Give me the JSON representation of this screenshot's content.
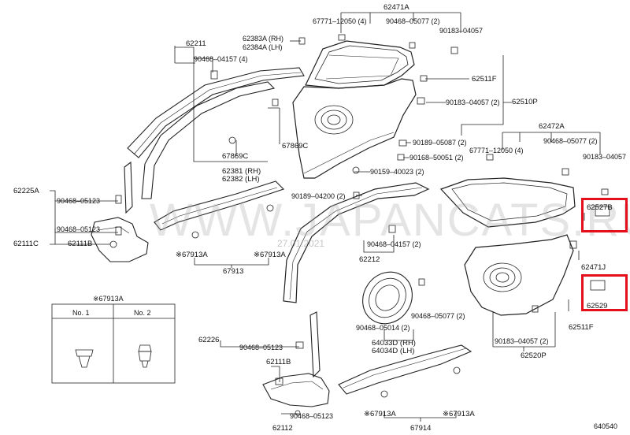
{
  "watermark": "WWW.JAPANCATS.RU",
  "watermark_date": "27.01.2021",
  "diagram_code": "640540",
  "legend": {
    "title": "※67913A",
    "col1": "No. 1",
    "col2": "No. 2"
  },
  "labels": {
    "l_62471A": "62471A",
    "l_67771_04": "67771–12050 (4)",
    "l_90468_05077_2a": "90468–05077 (2)",
    "l_90183_04057a": "90183–04057",
    "l_62383A": "62383A (RH)",
    "l_62384A": "62384A (LH)",
    "l_62211": "62211",
    "l_90468_04157_4": "90468–04157 (4)",
    "l_62511F_a": "62511F",
    "l_90183_04057_2a": "90183–04057 (2)",
    "l_62510P": "62510P",
    "l_67869C_a": "67869C",
    "l_67869C_b": "67869C",
    "l_62381": "62381 (RH)",
    "l_62382": "62382 (LH)",
    "l_90189_05087": "90189–05087 (2)",
    "l_90168_50051": "90168–50051 (2)",
    "l_62472A": "62472A",
    "l_67771_02": "67771–12050 (4)",
    "l_90468_05077_2b": "90468–05077 (2)",
    "l_90183_04057b": "90183–04057",
    "l_62225A": "62225A",
    "l_90468_05123a": "90468–05123",
    "l_90159_40023": "90159–40023 (2)",
    "l_90189_04200": "90189–04200 (2)",
    "l_90468_05123b": "90468–05123",
    "l_62111C": "62111C",
    "l_62111B_a": "62111B",
    "l_67913A_a": "※67913A",
    "l_67913A_b": "※67913A",
    "l_67913": "67913",
    "l_90468_04157_2": "90468–04157 (2)",
    "l_62212": "62212",
    "l_62527B": "62527B",
    "l_62471J": "62471J",
    "l_62529": "62529",
    "l_62511F_b": "62511F",
    "l_90468_05077_2c": "90468–05077 (2)",
    "l_90468_05014": "90468–05014 (2)",
    "l_64033D": "64033D (RH)",
    "l_64034D": "64034D (LH)",
    "l_90183_04057_2b": "90183–04057 (2)",
    "l_62520P": "62520P",
    "l_62226": "62226",
    "l_90468_05123c": "90468–05123",
    "l_62111B_b": "62111B",
    "l_90468_05123d": "90468–05123",
    "l_62112": "62112",
    "l_67913A_c": "※67913A",
    "l_67913A_d": "※67913A",
    "l_67914": "67914"
  }
}
